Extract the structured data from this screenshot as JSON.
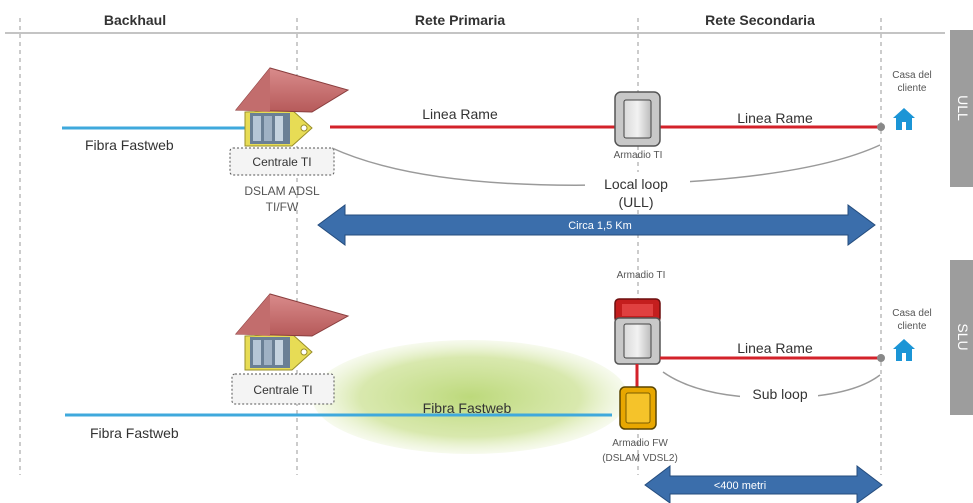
{
  "headers": {
    "backhaul": "Backhaul",
    "rete_primaria": "Rete Primaria",
    "rete_secondaria": "Rete Secondaria"
  },
  "side_labels": {
    "ull": "ULL",
    "slu": "SLU"
  },
  "top": {
    "fibra_label": "Fibra Fastweb",
    "centrale_label": "Centrale TI",
    "dslam_label_1": "DSLAM ADSL",
    "dslam_label_2": "TI/FW",
    "linea_rame_left": "Linea Rame",
    "linea_rame_right": "Linea Rame",
    "armadio_label": "Armadio TI",
    "casa_label_1": "Casa del",
    "casa_label_2": "cliente",
    "local_loop_1": "Local loop",
    "local_loop_2": "(ULL)",
    "distance_label": "Circa 1,5 Km"
  },
  "bottom": {
    "armadio_ti_label": "Armadio TI",
    "centrale_label": "Centrale TI",
    "fibra_inner_label": "Fibra Fastweb",
    "fibra_label": "Fibra Fastweb",
    "linea_rame_label": "Linea Rame",
    "sub_loop_label": "Sub loop",
    "casa_label_1": "Casa del",
    "casa_label_2": "cliente",
    "armadio_fw_1": "Armadio FW",
    "armadio_fw_2": "(DSLAM VDSL2)",
    "distance_label": "<400 metri"
  },
  "colors": {
    "fiber": "#3fa9dc",
    "copper": "#d3222a",
    "arrow": "#3b6eab",
    "house": "#1b95d6",
    "side_tab": "#9d9d9d",
    "green_area": "#c7df8e"
  }
}
